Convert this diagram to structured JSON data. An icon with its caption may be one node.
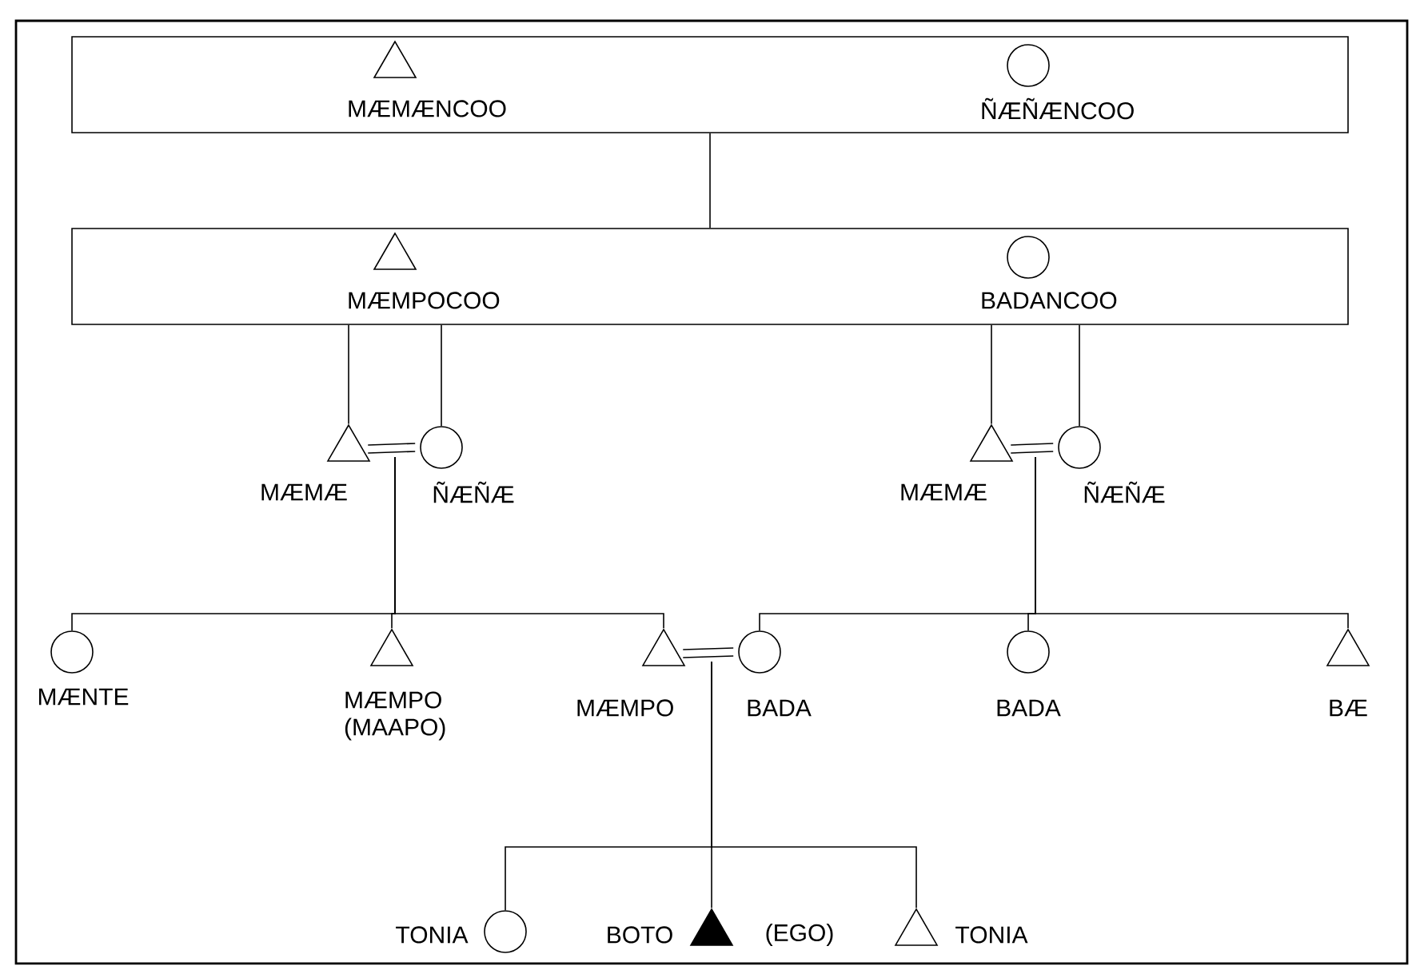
{
  "diagram": {
    "nodes": [
      {
        "text": [],
        "shape": "box"
      },
      {
        "text": [],
        "shape": "triangle",
        "beside": [
          "MÆMÆNCOO"
        ],
        "in": 0
      },
      {
        "text": [],
        "shape": "circle",
        "beside": [
          "ÑÆÑÆNCOO"
        ],
        "in": 0
      },
      {
        "text": [],
        "shape": "box"
      },
      {
        "text": [],
        "shape": "triangle",
        "beside": [
          "MÆMPOCOO"
        ],
        "in": 3
      },
      {
        "text": [],
        "shape": "circle",
        "beside": [
          "BADANCOO"
        ],
        "in": 3
      },
      {
        "text": [],
        "shape": "triangle",
        "beside": [
          "MÆMÆ"
        ]
      },
      {
        "text": [],
        "shape": "circle",
        "beside": [
          "ÑÆÑÆ"
        ]
      },
      {
        "text": [],
        "shape": "triangle",
        "beside": [
          "MÆMÆ"
        ]
      },
      {
        "text": [],
        "shape": "circle",
        "beside": [
          "ÑÆÑÆ"
        ]
      },
      {
        "text": [],
        "shape": "circle",
        "beside": [
          "MÆNTE"
        ]
      },
      {
        "text": [],
        "shape": "triangle",
        "beside": [
          "MÆMPO (MAAPO)"
        ]
      },
      {
        "text": [],
        "shape": "triangle",
        "beside": [
          "MÆMPO"
        ]
      },
      {
        "text": [],
        "shape": "circle",
        "beside": [
          "BADA"
        ]
      },
      {
        "text": [],
        "shape": "circle",
        "beside": [
          "BADA"
        ]
      },
      {
        "text": [],
        "shape": "triangle",
        "beside": [
          "BÆ"
        ]
      },
      {
        "text": [],
        "shape": "circle",
        "beside": [
          "TONIA"
        ]
      },
      {
        "text": [],
        "shape": "triangle",
        "beside": [
          "BOTO",
          "(EGO)"
        ]
      },
      {
        "text": [],
        "shape": "triangle",
        "beside": [
          "TONIA"
        ]
      }
    ],
    "edges": [
      {
        "from": 0,
        "to": 3,
        "arrow": "none"
      },
      {
        "from": 3,
        "to": 6,
        "arrow": "none"
      },
      {
        "from": 3,
        "to": 7,
        "arrow": "none"
      },
      {
        "from": 3,
        "to": 8,
        "arrow": "none"
      },
      {
        "from": 3,
        "to": 9,
        "arrow": "none"
      },
      {
        "from": 6,
        "to": 7,
        "arrow": "none"
      },
      {
        "from": 8,
        "to": 9,
        "arrow": "none"
      },
      {
        "from": 6,
        "to": 10,
        "arrow": "none"
      },
      {
        "from": 6,
        "to": 11,
        "arrow": "none"
      },
      {
        "from": 6,
        "to": 12,
        "arrow": "none"
      },
      {
        "from": 8,
        "to": 13,
        "arrow": "none"
      },
      {
        "from": 8,
        "to": 14,
        "arrow": "none"
      },
      {
        "from": 8,
        "to": 15,
        "arrow": "none"
      },
      {
        "from": 12,
        "to": 13,
        "arrow": "none"
      },
      {
        "from": 12,
        "to": 16,
        "arrow": "none"
      },
      {
        "from": 12,
        "to": 17,
        "arrow": "none"
      },
      {
        "from": 12,
        "to": 18,
        "arrow": "none"
      }
    ]
  }
}
